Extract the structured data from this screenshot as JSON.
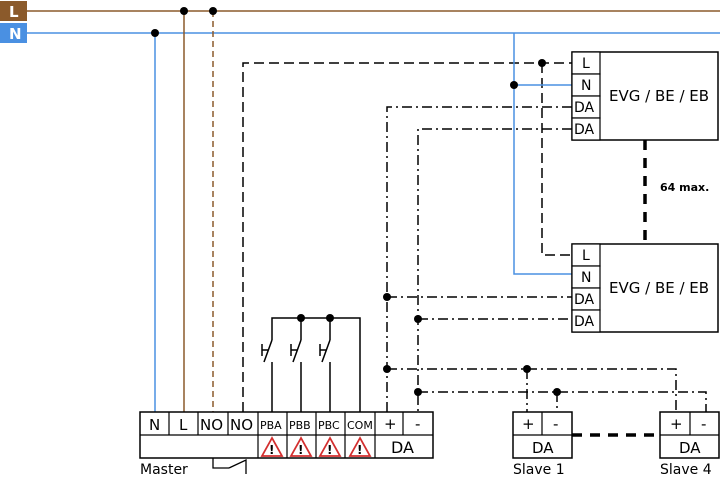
{
  "lines": {
    "L": "L",
    "N": "N"
  },
  "colors": {
    "L": "#8B5A2B",
    "N": "#4A90E2",
    "wire_nl": "#6a8fd4"
  },
  "devices": [
    {
      "name": "EVG / BE / EB",
      "terminals": [
        "L",
        "N",
        "DA",
        "DA"
      ]
    },
    {
      "name": "EVG / BE / EB",
      "terminals": [
        "L",
        "N",
        "DA",
        "DA"
      ]
    }
  ],
  "max_label": "64 max.",
  "master": {
    "terminals": [
      "N",
      "L",
      "NO",
      "NO",
      "PBA",
      "PBB",
      "PBC",
      "COM",
      "+",
      "-"
    ],
    "da_label": "DA",
    "caption": "Master"
  },
  "slaves": [
    {
      "terminals": [
        "+",
        "-"
      ],
      "da_label": "DA",
      "caption": "Slave 1"
    },
    {
      "terminals": [
        "+",
        "-"
      ],
      "da_label": "DA",
      "caption": "Slave 4"
    }
  ],
  "warning_symbol": "!"
}
